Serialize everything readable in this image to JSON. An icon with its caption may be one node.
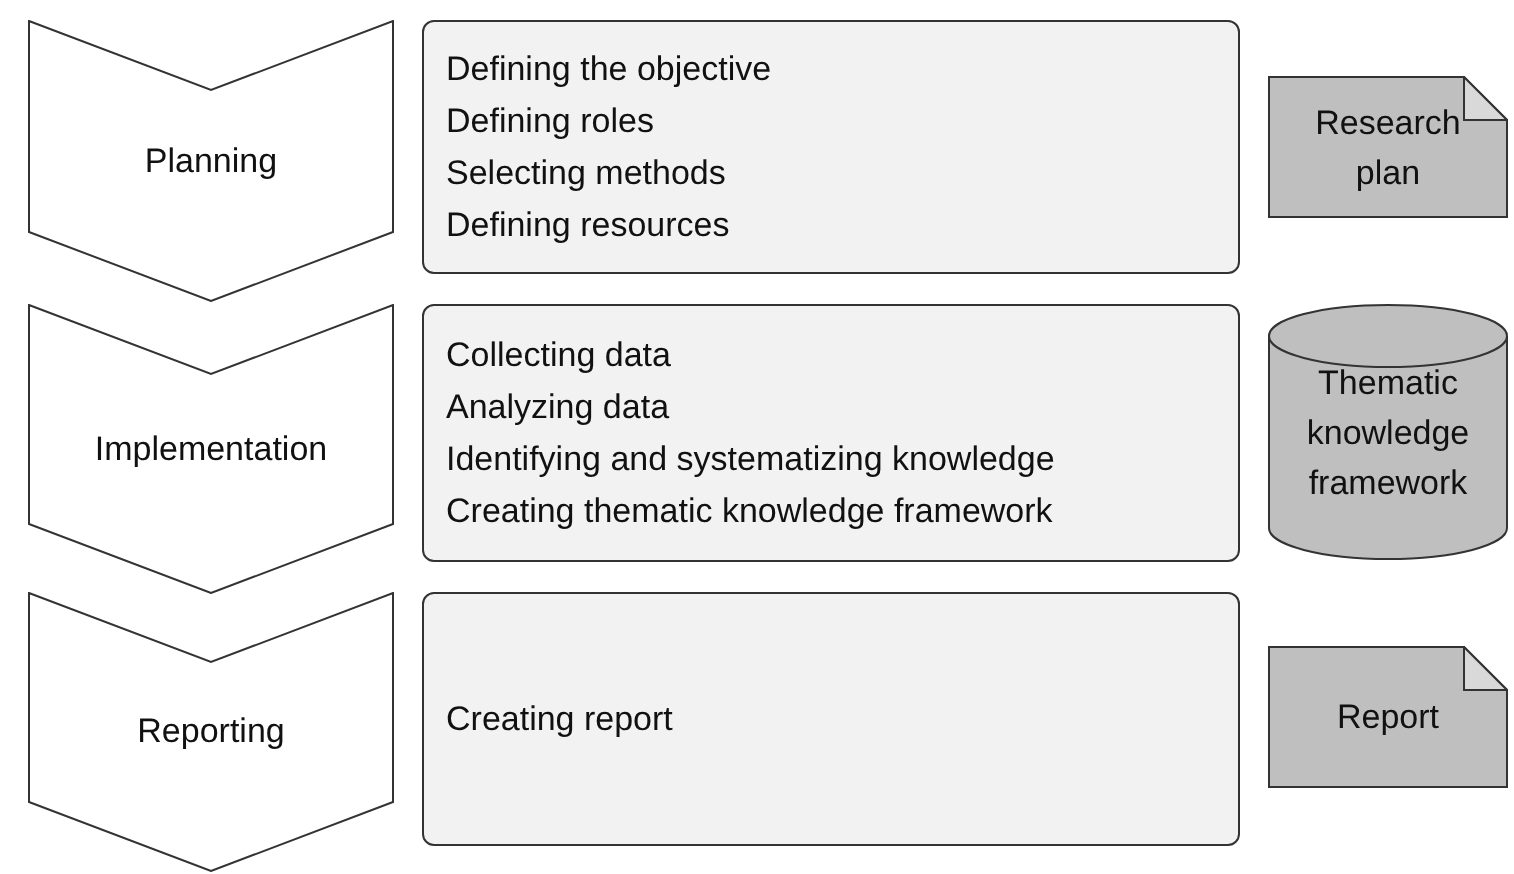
{
  "diagram": {
    "nodes": [
      {
        "text": [
          "Planning"
        ]
      },
      {
        "text": [
          "Defining the objective",
          "Defining roles",
          "Selecting methods",
          "Defining resources"
        ]
      },
      {
        "text": [
          "Research plan"
        ]
      },
      {
        "text": [
          "Implementation"
        ]
      },
      {
        "text": [
          "Collecting data",
          "Analyzing data",
          "Identifying and systematizing knowledge",
          "Creating thematic knowledge framework"
        ]
      },
      {
        "text": [
          "Thematic knowledge framework"
        ]
      },
      {
        "text": [
          "Reporting"
        ]
      },
      {
        "text": [
          "Creating report"
        ]
      },
      {
        "text": [
          "Report"
        ]
      }
    ]
  }
}
